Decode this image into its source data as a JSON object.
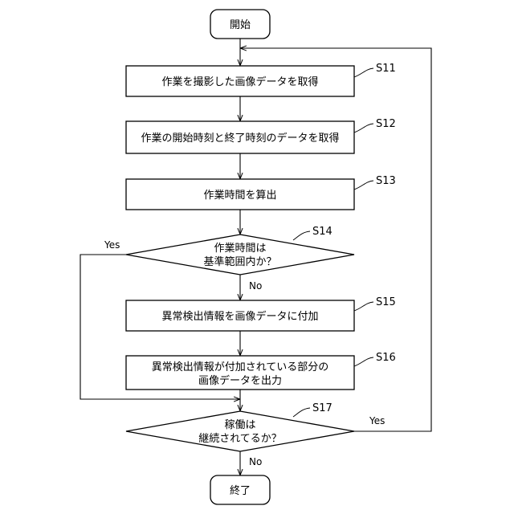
{
  "nodes": {
    "start": "開始",
    "s11": "作業を撮影した画像データを取得",
    "s12": "作業の開始時刻と終了時刻のデータを取得",
    "s13": "作業時間を算出",
    "s14_line1": "作業時間は",
    "s14_line2": "基準範囲内か？",
    "s15": "異常検出情報を画像データに付加",
    "s16_line1": "異常検出情報が付加されている部分の",
    "s16_line2": "画像データを出力",
    "s17_line1": "稼働は",
    "s17_line2": "継続されてるか？",
    "end": "終了"
  },
  "step_labels": {
    "s11": "S11",
    "s12": "S12",
    "s13": "S13",
    "s14": "S14",
    "s15": "S15",
    "s16": "S16",
    "s17": "S17"
  },
  "edge_labels": {
    "s14_yes": "Yes",
    "s14_no": "No",
    "s17_yes": "Yes",
    "s17_no": "No"
  }
}
